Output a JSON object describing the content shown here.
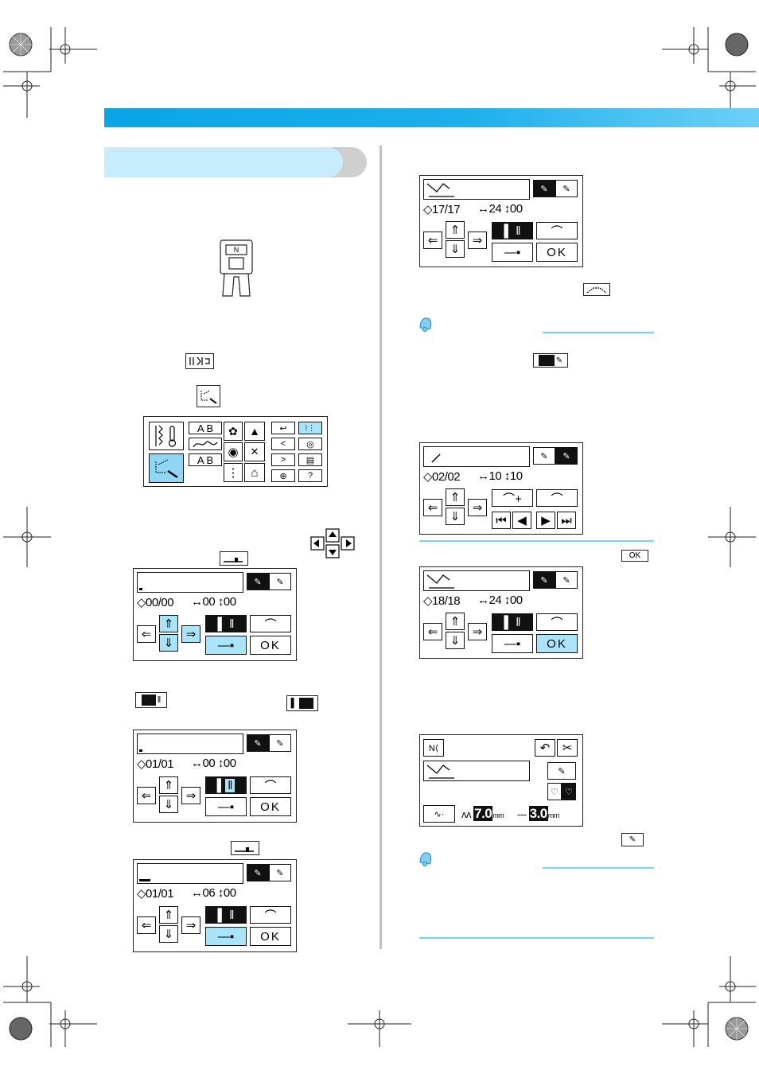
{
  "accent_color": "#0aa5e6",
  "screens": {
    "s1": {
      "counter": "00/00",
      "width_val": "00",
      "length_val": "00",
      "ok": "OK"
    },
    "s2": {
      "counter": "01/01",
      "width_val": "00",
      "length_val": "00",
      "ok": "OK"
    },
    "s3": {
      "counter": "01/01",
      "width_val": "06",
      "length_val": "00",
      "ok": "OK"
    },
    "r1": {
      "counter": "17/17",
      "width_val": "24",
      "length_val": "00",
      "ok": "OK"
    },
    "r2": {
      "counter": "02/02",
      "width_val": "10",
      "length_val": "10"
    },
    "r3": {
      "counter": "18/18",
      "width_val": "24",
      "length_val": "00",
      "ok": "OK"
    },
    "final": {
      "width_num": "7.0",
      "length_num": "3.0",
      "unit": "mm"
    }
  },
  "menu_labels": {
    "ab1": "A B",
    "ab2": "A B"
  },
  "foot_label": "N",
  "inline_ok": "OK",
  "icons": [
    "width-length-icon",
    "bell-note-icon",
    "arrow-key-icon",
    "stitch-menu-icon"
  ]
}
